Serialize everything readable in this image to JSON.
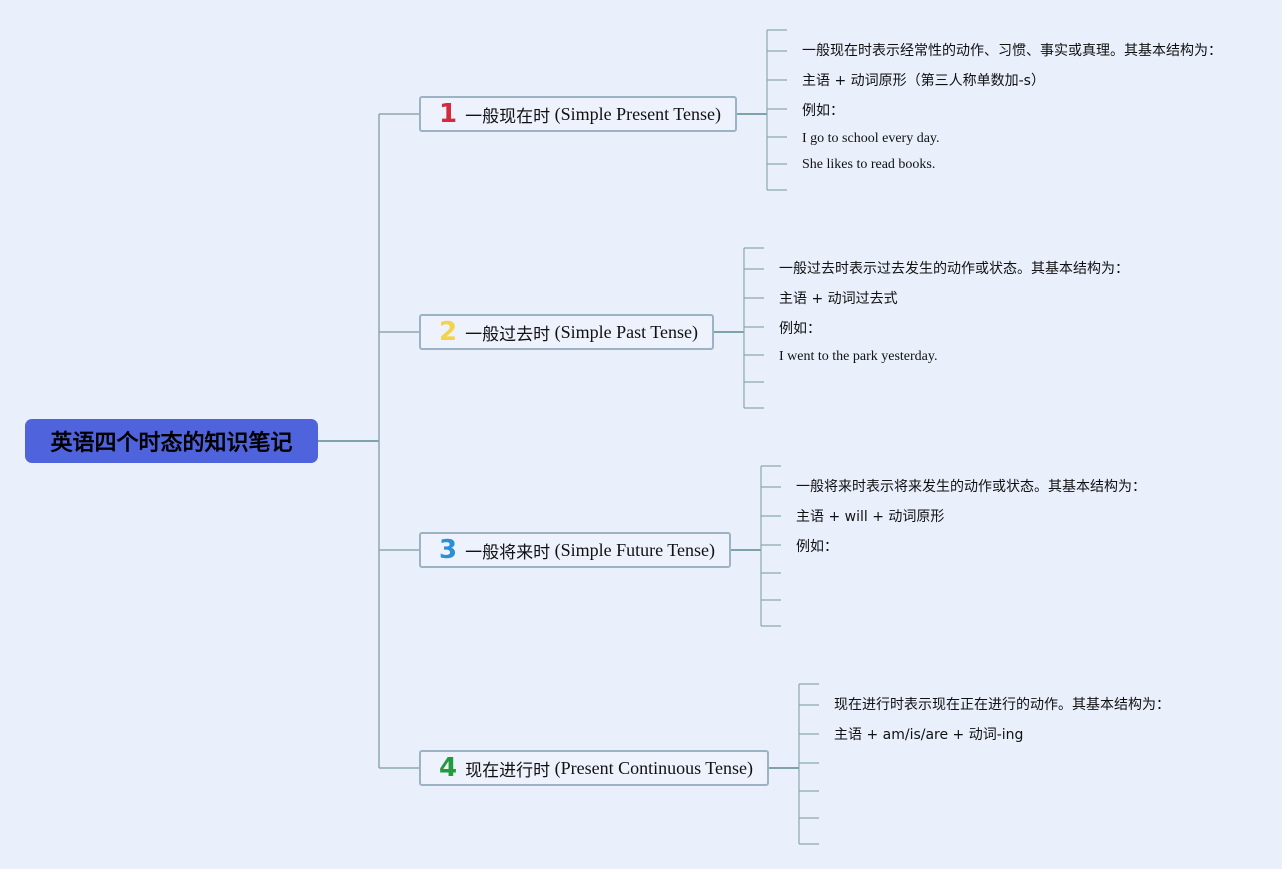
{
  "root": {
    "title": "英语四个时态的知识笔记"
  },
  "colors": {
    "root_bg": "#4f63dd",
    "line": "#5a8c8e",
    "num1": "#d8283b",
    "num2": "#f3d34a",
    "num3": "#2b8fd6",
    "num4": "#229a3e"
  },
  "topics": [
    {
      "number": "1",
      "label_cn": "一般现在时",
      "label_en": "(Simple Present Tense)",
      "notes": [
        "一般现在时表示经常性的动作、习惯、事实或真理。其基本结构为：",
        "主语 + 动词原形（第三人称单数加-s）",
        "例如：",
        "I go to school every day.",
        "She likes to read books."
      ]
    },
    {
      "number": "2",
      "label_cn": "一般过去时",
      "label_en": "(Simple Past Tense)",
      "notes": [
        "一般过去时表示过去发生的动作或状态。其基本结构为：",
        "主语 + 动词过去式",
        "例如：",
        "I went to the park yesterday."
      ]
    },
    {
      "number": "3",
      "label_cn": "一般将来时",
      "label_en": "(Simple Future Tense)",
      "notes": [
        "一般将来时表示将来发生的动作或状态。其基本结构为：",
        "主语 + will + 动词原形",
        "例如："
      ]
    },
    {
      "number": "4",
      "label_cn": "现在进行时",
      "label_en": "(Present Continuous Tense)",
      "notes": [
        "现在进行时表示现在正在进行的动作。其基本结构为：",
        "主语 + am/is/are + 动词-ing"
      ]
    }
  ]
}
